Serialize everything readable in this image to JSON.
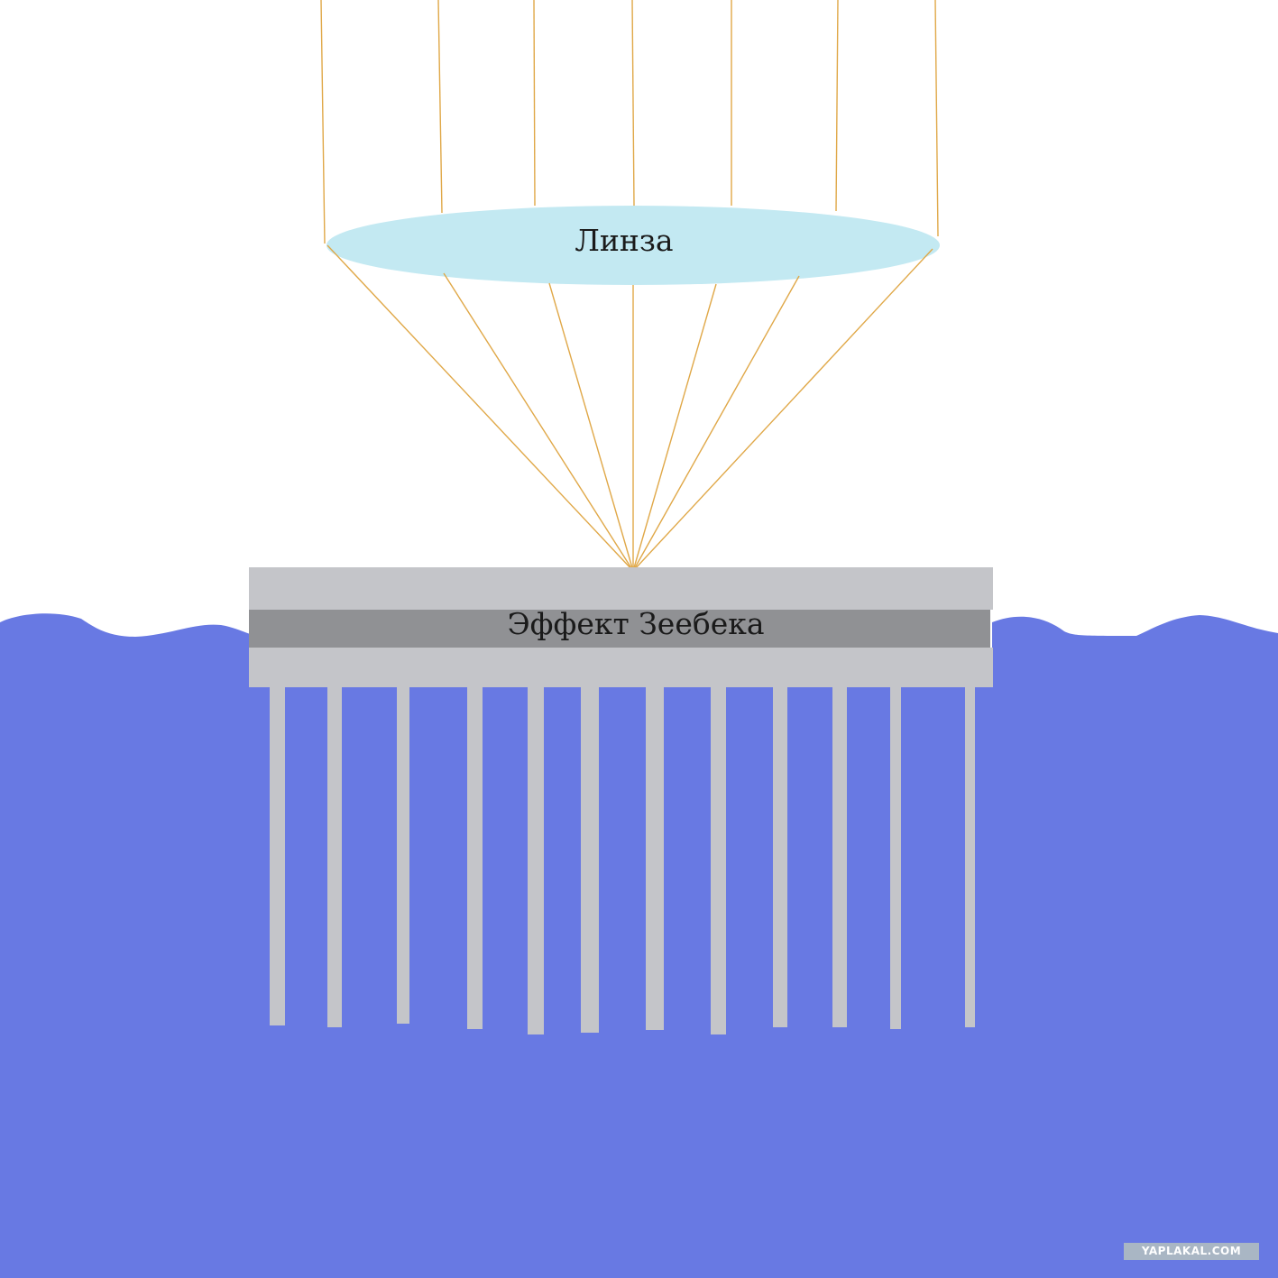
{
  "labels": {
    "lens": "Линза",
    "seebeck": "Эффект Зеебека"
  },
  "watermark": "YAPLAKAL.COM",
  "colors": {
    "water": "#6879e3",
    "lens": "#c3e9f2",
    "plate_light": "#c4c5c9",
    "plate_dark": "#909194",
    "fins": "#c4c5c9",
    "rays": "#e0a848"
  },
  "rays_count": 7,
  "fins_count": 12
}
